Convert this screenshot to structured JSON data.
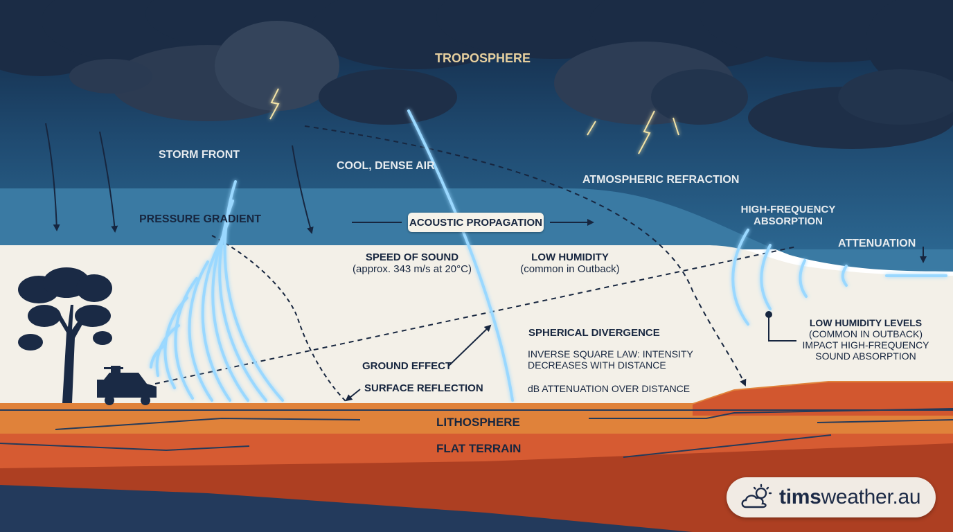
{
  "labels": {
    "troposphere": "TROPOSPHERE",
    "storm_front": "STORM FRONT",
    "cool_dense_air": "COOL, DENSE AIR",
    "atmospheric_refraction": "ATMOSPHERIC REFRACTION",
    "high_frequency_absorption_1": "HIGH-FREQUENCY",
    "high_frequency_absorption_2": "ABSORPTION",
    "pressure_gradient": "PRESSURE GRADIENT",
    "acoustic_propagation": "ACOUSTIC PROPAGATION",
    "attenuation": "ATTENUATION",
    "speed_of_sound_title": "SPEED OF SOUND",
    "speed_of_sound_detail": "(approx. 343 m/s at 20°C)",
    "low_humidity_title": "LOW HUMIDITY",
    "low_humidity_detail": "(common in Outback)",
    "spherical_divergence": "SPHERICAL DIVERGENCE",
    "inverse_square_1": "INVERSE SQUARE LAW: INTENSITY",
    "inverse_square_2": "DECREASES WITH DISTANCE",
    "db_attenuation": "dB ATTENUATION OVER DISTANCE",
    "ground_effect": "GROUND EFFECT",
    "surface_reflection": "SURFACE REFLECTION",
    "low_humidity_levels_1": "LOW HUMIDITY LEVELS",
    "low_humidity_levels_2": "(COMMON IN OUTBACK)",
    "low_humidity_levels_3": "IMPACT HIGH-FREQUENCY",
    "low_humidity_levels_4": "SOUND ABSORPTION",
    "lithosphere": "LITHOSPHERE",
    "flat_terrain": "FLAT TERRAIN"
  },
  "brand": {
    "bold": "tims",
    "regular": "weather.au",
    "icon": "cloud-sun-icon"
  },
  "colors": {
    "sky_dark": "#152a47",
    "sky_mid": "#23557e",
    "sky_band": "#3c7ea8",
    "ground_cream": "#f3f0e8",
    "sound_wave": "#7fd0ff",
    "earth_orange": "#e0823a",
    "earth_red": "#cf5a30",
    "earth_deep": "#a53c22",
    "label_navy": "#17263f",
    "label_gold": "#e6cf9e"
  }
}
